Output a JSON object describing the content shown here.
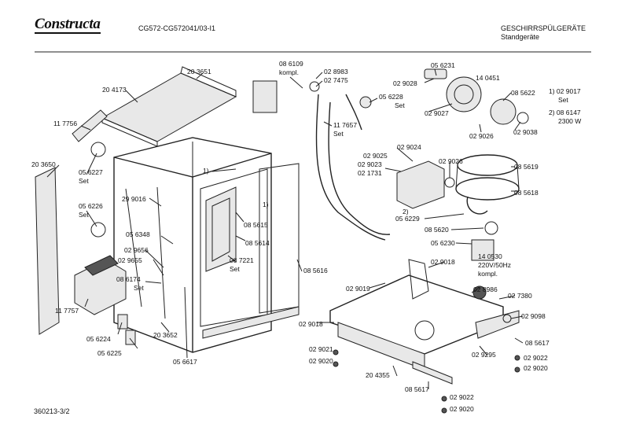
{
  "header": {
    "brand": "Constructa",
    "model": "CG572-CG572041/03-I1",
    "category": "GESCHIRRSPÜLGERÄTE",
    "subcategory": "Standgeräte"
  },
  "footer": {
    "drawing_number": "360213-3/2"
  },
  "labels": [
    "20 3651",
    "20 4173",
    "11 7756",
    "20 3650",
    "05 6227",
    "Set",
    "05 6226",
    "Set",
    "29 9016",
    "1)",
    "05 6348",
    "02 9656",
    "02 9655",
    "08 6174",
    "Set",
    "11 7757",
    "05 6224",
    "05 6225",
    "20 3652",
    "05 6617",
    "08 6109",
    "kompl.",
    "02 8983",
    "02 7475",
    "05 6228",
    "Set",
    "11 7657",
    "Set",
    "08 5615",
    "08 5614",
    "08 7221",
    "Set",
    "1)",
    "08 5616",
    "05 6231",
    "14 0451",
    "02 9028",
    "08 5622",
    "02 9027",
    "02 9026",
    "02 9038",
    "1) 02 9017",
    "Set",
    "2) 08 6147",
    "2300 W",
    "02 9024",
    "02 9025",
    "02 9023",
    "02 1731",
    "02 9026",
    "08 5619",
    "08 5618",
    "2)",
    "05 6229",
    "08 5620",
    "05 6230",
    "14 0530",
    "220V/50Hz",
    "kompl.",
    "02 9018",
    "02 9019",
    "02 9018",
    "02 8986",
    "02 7380",
    "02 9098",
    "08 5617",
    "02 9295",
    "02 9022",
    "02 9020",
    "02 9021",
    "02 9020",
    "20 4355",
    "08 5617",
    "02 9022",
    "02 9020"
  ]
}
